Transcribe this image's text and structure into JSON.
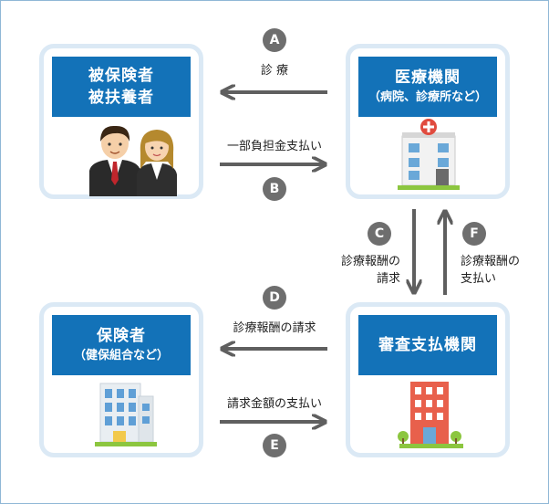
{
  "nodes": {
    "insured": {
      "line1": "被保険者",
      "line2": "被扶養者"
    },
    "medical": {
      "line1": "医療機関",
      "line2": "（病院、診療所など）"
    },
    "insurer": {
      "line1": "保険者",
      "line2": "（健保組合など）"
    },
    "review": {
      "line1": "審査支払機関"
    }
  },
  "flows": {
    "A": {
      "letter": "A",
      "label": "診 療"
    },
    "B": {
      "letter": "B",
      "label": "一部負担金支払い"
    },
    "C": {
      "letter": "C",
      "label_line1": "診療報酬の",
      "label_line2": "請求"
    },
    "D": {
      "letter": "D",
      "label": "診療報酬の請求"
    },
    "E": {
      "letter": "E",
      "label": "請求金額の支払い"
    },
    "F": {
      "letter": "F",
      "label_line1": "診療報酬の",
      "label_line2": "支払い"
    }
  },
  "colors": {
    "header": "#1372b8",
    "card_border": "#dbe9f5",
    "arrow": "#5f5f5f",
    "badge": "#6e6e6e"
  }
}
